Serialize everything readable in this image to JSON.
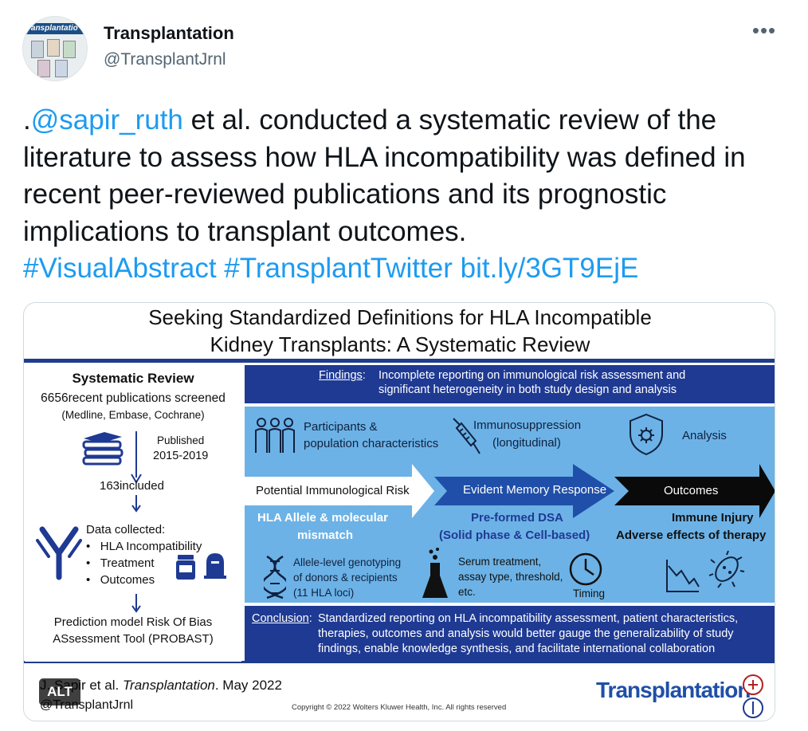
{
  "author": {
    "name": "Transplantation",
    "handle": "@TransplantJrnl",
    "avatar_text": "ransplantatio"
  },
  "menu": {
    "more_icon": "more-horizontal-icon",
    "more_label": "•••"
  },
  "tweet": {
    "lead": ".",
    "mention": "@sapir_ruth",
    "body": " et al. conducted a systematic review of the literature to assess how HLA incompatibility was defined in recent peer-reviewed publications and its prognostic implications to transplant outcomes.",
    "hashtag1": "#VisualAbstract",
    "hashtag2": "#TransplantTwitter",
    "short_link": "bit.ly/3GT9EjE"
  },
  "visual_abstract": {
    "title_line1": "Seeking Standardized Definitions for HLA Incompatible",
    "title_line2": "Kidney Transplants: A Systematic Review",
    "left": {
      "heading": "Systematic Review",
      "count": "6656",
      "count_text": "recent publications screened",
      "databases": "(Medline, Embase, Cochrane)",
      "published_label": "Published",
      "published_years": "2015-2019",
      "included_count": "163",
      "included_text": "included",
      "data_heading": "Data collected:",
      "data_items": [
        "HLA Incompatibility",
        "Treatment",
        "Outcomes"
      ],
      "tool_line1": "Prediction model Risk Of Bias",
      "tool_line2": "ASsessment Tool (PROBAST)"
    },
    "findings": {
      "label": "Findings",
      "colon": ":",
      "text_line1": "Incomplete reporting on immunological risk assessment and",
      "text_line2": "significant heterogeneity in both study design and analysis"
    },
    "categories": {
      "participants_line1": "Participants &",
      "participants_line2": "population characteristics",
      "immuno_line1": "Immunosuppression",
      "immuno_line2": "(longitudinal)",
      "analysis": "Analysis"
    },
    "arrows": {
      "risk": "Potential Immunological Risk",
      "memory": "Evident Memory Response",
      "outcomes": "Outcomes"
    },
    "columns": {
      "hla_line1": "HLA Allele &  molecular",
      "hla_line2": "mismatch",
      "dsa_line1": "Pre-formed DSA",
      "dsa_line2": "(Solid phase & Cell-based)",
      "injury_line1": "Immune Injury",
      "injury_line2": "Adverse effects of therapy"
    },
    "details": {
      "geno_line1": "Allele-level genotyping",
      "geno_line2": "of donors & recipients",
      "geno_line3": "(11 HLA loci)",
      "serum_line1": "Serum treatment,",
      "serum_line2": "assay type, threshold,",
      "serum_line3": "etc.",
      "timing": "Timing"
    },
    "conclusion": {
      "label": "Conclusion",
      "colon": ":",
      "line1": "Standardized reporting on HLA incompatibility assessment, patient characteristics,",
      "line2": "therapies, outcomes and analysis would better gauge the generalizability of study",
      "line3": "findings, enable knowledge synthesis, and facilitate international collaboration"
    },
    "footer": {
      "citation_prefix": "J. Sapir et al. ",
      "citation_journal": "Transplantation",
      "citation_suffix": ". May 2022",
      "handle": "@TransplantJrnl",
      "copyright": "Copyright © 2022  Wolters Kluwer Health, Inc. All rights reserved",
      "logo": "Transplantation"
    },
    "colors": {
      "dark_blue": "#1f3a93",
      "light_blue": "#6cb2e6",
      "arrow_mid": "#1f4fa8",
      "link": "#1d9bf0"
    }
  },
  "alt_badge": "ALT"
}
